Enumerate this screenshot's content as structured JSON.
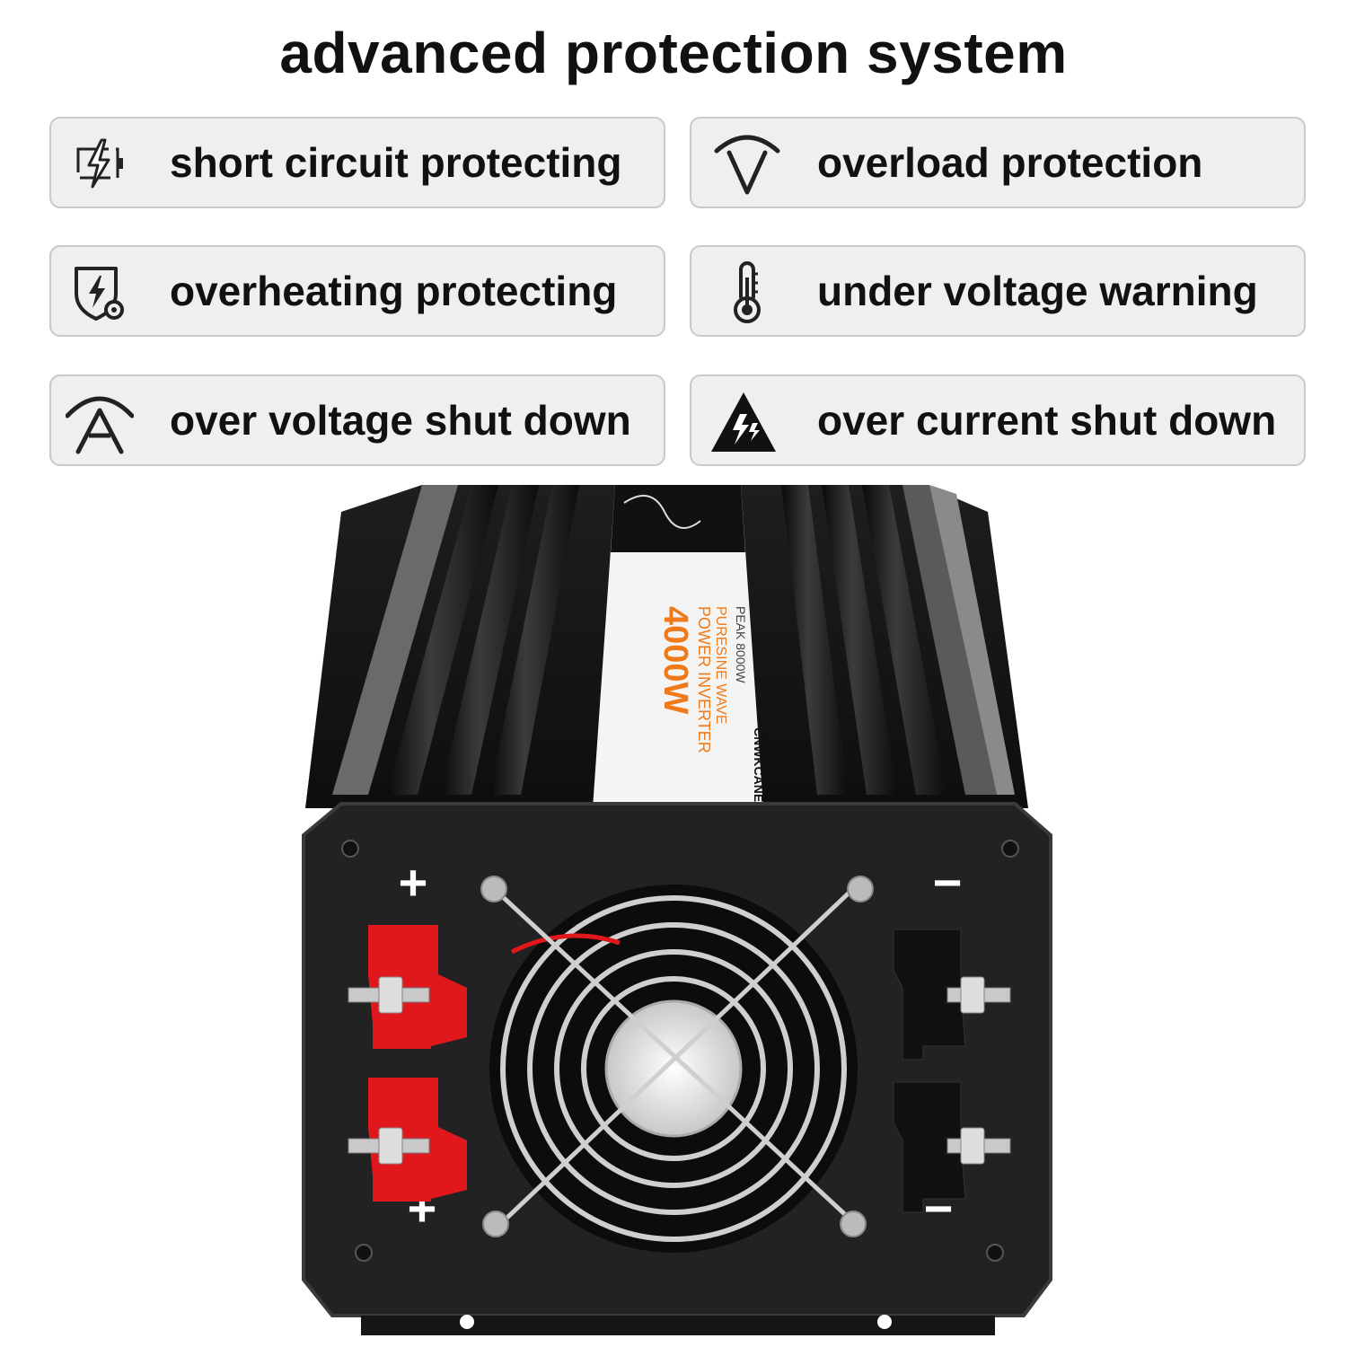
{
  "title": "advanced protection system",
  "features": [
    {
      "label": "short circuit protecting",
      "icon": "battery-bolt-icon"
    },
    {
      "label": "overload protection",
      "icon": "overload-arc-icon"
    },
    {
      "label": "overheating protecting",
      "icon": "shield-bolt-icon"
    },
    {
      "label": "under voltage warning",
      "icon": "thermometer-icon"
    },
    {
      "label": "over voltage shut down",
      "icon": "over-voltage-arc-icon"
    },
    {
      "label": "over current shut down",
      "icon": "warning-bolt-icon"
    }
  ],
  "product": {
    "power": "4000W",
    "name": "POWER INVERTER",
    "wave": "PURESINE WAVE",
    "peak": "PEAK 8000W",
    "brand": "CNWKCANEI",
    "plus": "+",
    "minus": "−"
  },
  "colors": {
    "accent_orange": "#f07a1a",
    "terminal_red": "#e0181c",
    "terminal_black": "#1a1a1a"
  }
}
